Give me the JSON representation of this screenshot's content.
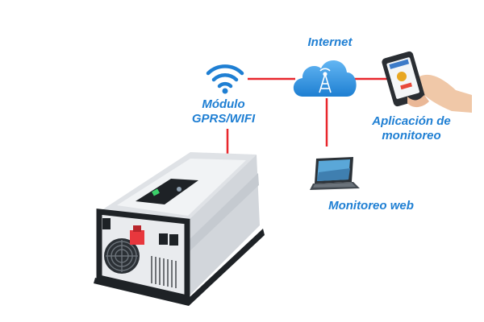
{
  "colors": {
    "accent_blue": "#1f7fd3",
    "connector_red": "#e8272d",
    "inverter_body": "#e9ebee",
    "inverter_dark": "#1e2226",
    "terminal_red": "#e8373d"
  },
  "labels": {
    "internet": "Internet",
    "module_line1": "Módulo",
    "module_line2": "GPRS/WIFI",
    "app_line1": "Aplicación de",
    "app_line2": "monitoreo",
    "web": "Monitoreo web"
  },
  "icons": [
    "wifi-icon",
    "cloud-icon",
    "antenna-icon",
    "smartphone-icon",
    "laptop-icon"
  ]
}
